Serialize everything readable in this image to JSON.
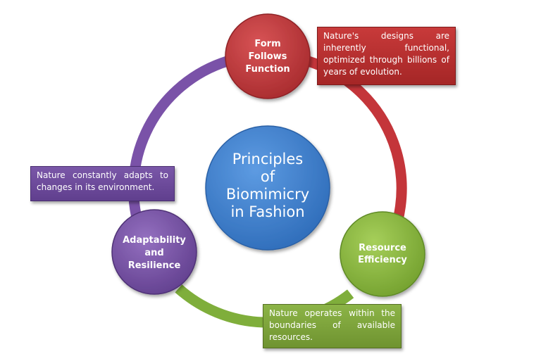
{
  "center": {
    "lines": [
      "Principles",
      "of",
      "Biomimicry",
      "in Fashion"
    ],
    "color": "#3c7fcf"
  },
  "nodes": [
    {
      "id": "form-follows-function",
      "lines": [
        "Form",
        "Follows",
        "Function"
      ],
      "color": "#c0393b",
      "callout": "Nature's designs are inherently functional, optimized through billions of years of evolution."
    },
    {
      "id": "resource-efficiency",
      "lines": [
        "Resource",
        "Efficiency"
      ],
      "color": "#8dba3e",
      "callout": "Nature operates within the boundaries of available resources."
    },
    {
      "id": "adaptability-and-resilience",
      "lines": [
        "Adaptability",
        "and",
        "Resilience"
      ],
      "color": "#7b52a6",
      "callout": "Nature constantly adapts to changes in its environment."
    }
  ],
  "ring_colors": {
    "form_to_resource": "#c4353a",
    "resource_to_adapt": "#7fae3b",
    "adapt_to_form": "#7a52a8"
  }
}
